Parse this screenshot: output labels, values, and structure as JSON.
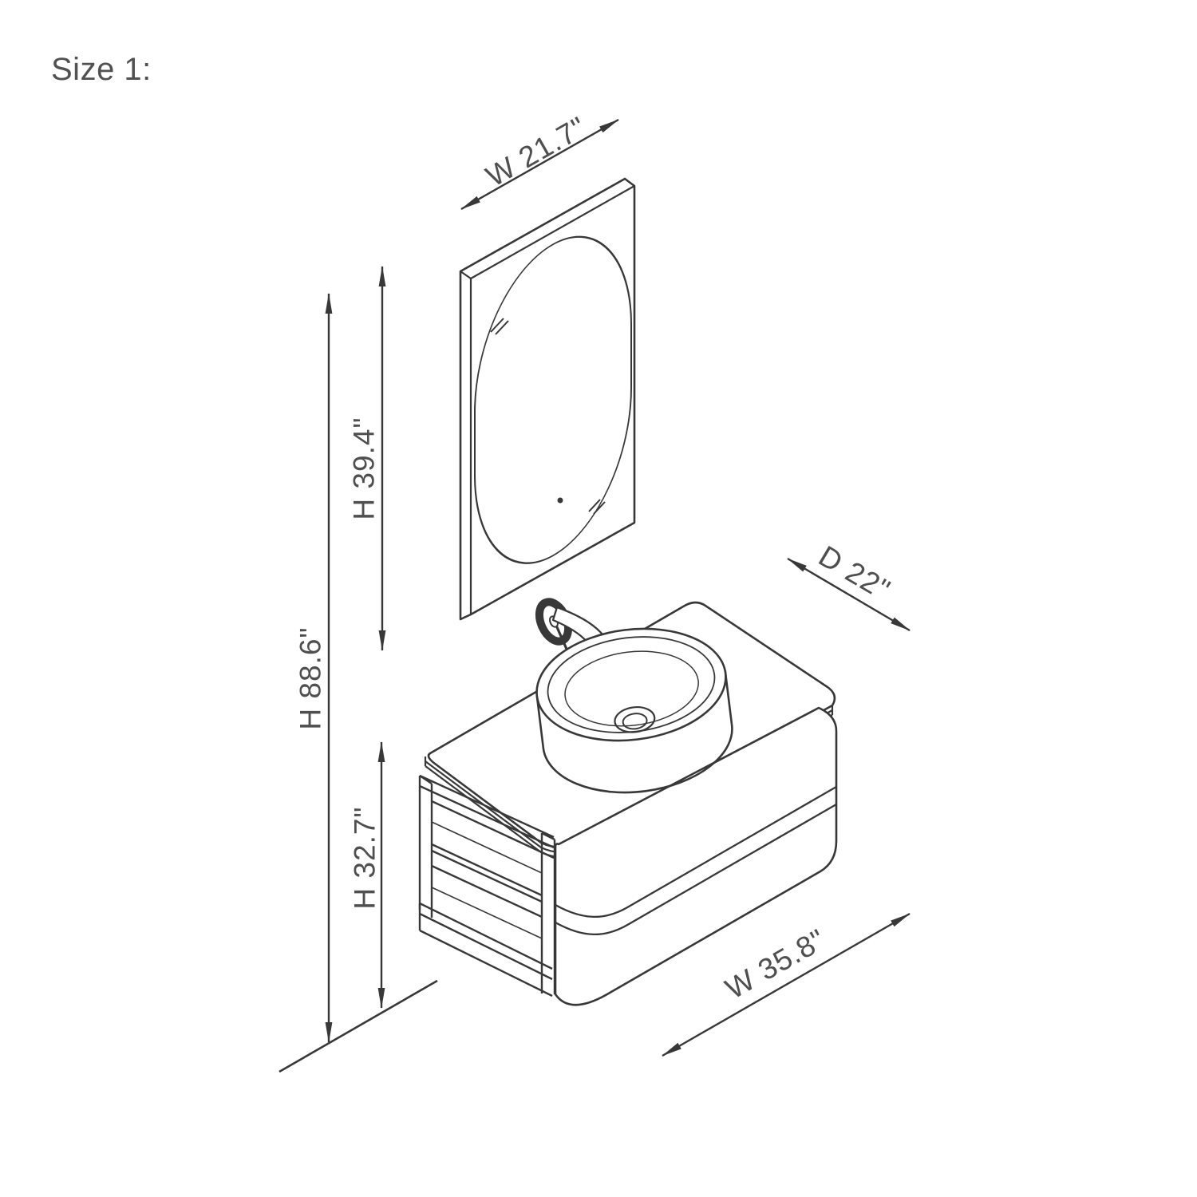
{
  "page": {
    "title": "Size 1:",
    "background": "#ffffff"
  },
  "drawing": {
    "kind": "isometric technical line drawing",
    "subject": "wall-mounted bathroom vanity with vessel sink, wall-mounted faucet, open side shelf unit and rectangular-framed oval mirror",
    "line_color": "#383838",
    "label_color": "#4f4f4f"
  },
  "dimensions": {
    "mirror_width": "W 21.7\"",
    "mirror_height": "H 39.4\"",
    "overall_height": "H 88.6\"",
    "vanity_height": "H 32.7\"",
    "depth": "D 22\"",
    "vanity_width": "W 35.8\""
  }
}
